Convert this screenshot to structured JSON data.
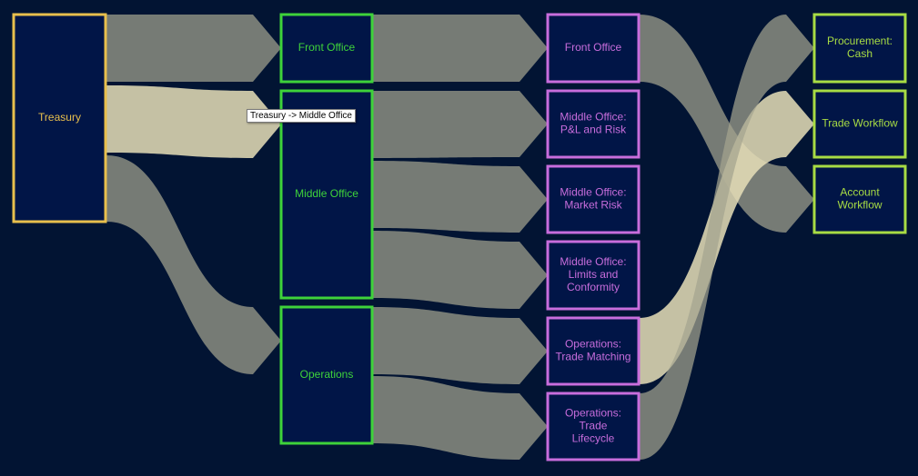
{
  "colors": {
    "background": "#021433",
    "node_fill": "#011547",
    "link": "#a3a38f",
    "link_highlight": "#e8dfb8",
    "tier1": "#e8bf4d",
    "tier2": "#3ed23a",
    "tier3": "#c86ddc",
    "tier4": "#a8dc44"
  },
  "tooltip": "Treasury -> Middle Office",
  "nodes": [
    {
      "id": "treasury",
      "lines": [
        "Treasury"
      ],
      "tier": 1
    },
    {
      "id": "front-office",
      "lines": [
        "Front Office"
      ],
      "tier": 2
    },
    {
      "id": "middle-office",
      "lines": [
        "Middle Office"
      ],
      "tier": 2
    },
    {
      "id": "operations",
      "lines": [
        "Operations"
      ],
      "tier": 2
    },
    {
      "id": "fo-front-office",
      "lines": [
        "Front Office"
      ],
      "tier": 3
    },
    {
      "id": "mo-pl-risk",
      "lines": [
        "Middle Office:",
        "P&L and Risk"
      ],
      "tier": 3
    },
    {
      "id": "mo-market-risk",
      "lines": [
        "Middle Office:",
        "Market Risk"
      ],
      "tier": 3
    },
    {
      "id": "mo-limits",
      "lines": [
        "Middle Office:",
        "Limits and",
        "Conformity"
      ],
      "tier": 3
    },
    {
      "id": "ops-trade-matching",
      "lines": [
        "Operations:",
        "Trade Matching"
      ],
      "tier": 3
    },
    {
      "id": "ops-trade-lifecycle",
      "lines": [
        "Operations:",
        "Trade",
        "Lifecycle"
      ],
      "tier": 3
    },
    {
      "id": "procurement-cash",
      "lines": [
        "Procurement:",
        "Cash"
      ],
      "tier": 4
    },
    {
      "id": "trade-workflow",
      "lines": [
        "Trade Workflow"
      ],
      "tier": 4
    },
    {
      "id": "account-workflow",
      "lines": [
        "Account",
        "Workflow"
      ],
      "tier": 4
    }
  ],
  "links": [
    {
      "source": "treasury",
      "target": "front-office"
    },
    {
      "source": "treasury",
      "target": "middle-office",
      "highlight": true
    },
    {
      "source": "treasury",
      "target": "operations"
    },
    {
      "source": "front-office",
      "target": "fo-front-office"
    },
    {
      "source": "middle-office",
      "target": "mo-pl-risk"
    },
    {
      "source": "middle-office",
      "target": "mo-market-risk"
    },
    {
      "source": "middle-office",
      "target": "mo-limits"
    },
    {
      "source": "operations",
      "target": "ops-trade-matching"
    },
    {
      "source": "operations",
      "target": "ops-trade-lifecycle"
    },
    {
      "source": "fo-front-office",
      "target": "account-workflow"
    },
    {
      "source": "ops-trade-matching",
      "target": "trade-workflow",
      "highlight": true
    },
    {
      "source": "ops-trade-lifecycle",
      "target": "procurement-cash"
    }
  ]
}
